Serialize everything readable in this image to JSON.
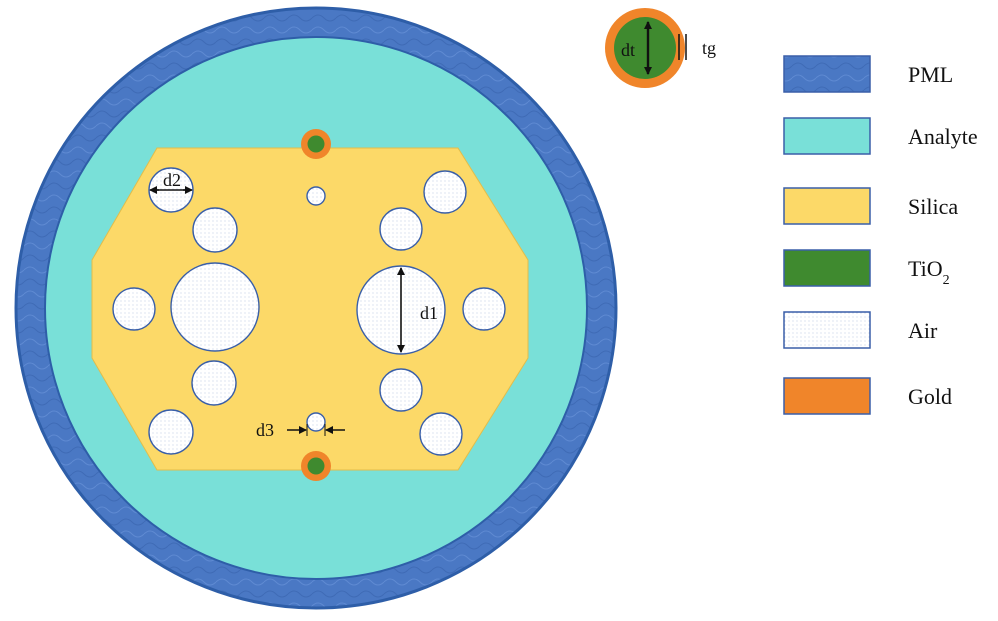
{
  "colors": {
    "pml": "#4a78c4",
    "pml_stroke": "#2e5ea8",
    "analyte": "#79e0d8",
    "silica": "#fcd968",
    "tio2": "#3f8a2f",
    "air": "#ffffff",
    "gold": "#f0852a",
    "outline": "#3a5fa8"
  },
  "labels": {
    "d1": "d1",
    "d2": "d2",
    "d3": "d3",
    "dt": "dt",
    "tg": "tg"
  },
  "legend": [
    {
      "key": "pml",
      "label": "PML"
    },
    {
      "key": "analyte",
      "label": "Analyte"
    },
    {
      "key": "silica",
      "label": "Silica"
    },
    {
      "key": "tio2",
      "label": "TiO",
      "subscript": "2"
    },
    {
      "key": "air",
      "label": "Air"
    },
    {
      "key": "gold",
      "label": "Gold"
    }
  ]
}
